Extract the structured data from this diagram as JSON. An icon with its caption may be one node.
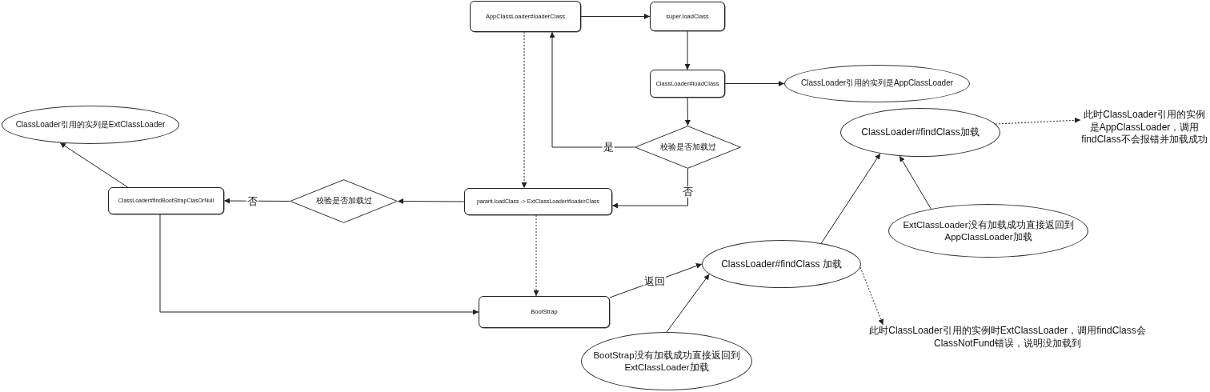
{
  "diagram": {
    "nodes": [
      {
        "text": [
          "AppClassLoader#loaderClass"
        ]
      },
      {
        "text": [
          "super.loadClass"
        ]
      },
      {
        "text": [
          "ClassLoader#loadClass"
        ]
      },
      {
        "text": [
          "ClassLoader引用的实列是AppClassLoader"
        ]
      },
      {
        "text": [
          "校验是否加载过"
        ]
      },
      {
        "text": [
          "ClassLoader引用的实列是ExtClassLoader"
        ]
      },
      {
        "text": [
          "ClassLoader#findBootStrapClasOrNull"
        ]
      },
      {
        "text": [
          "校验是否加载过"
        ]
      },
      {
        "text": [
          "parant.loadClass -> ExtClassLoader#loaderClass"
        ]
      },
      {
        "text": [
          "ClassLoader#findClass加载"
        ]
      },
      {
        "text": [
          "此时ClassLoader引用的实例是AppClassLoader，调用findClass不会报错并加载成功"
        ]
      },
      {
        "text": [
          "ExtClassLoader没有加载成功直接返回到AppClassLoader加载"
        ]
      },
      {
        "text": [
          "BootStrap"
        ]
      },
      {
        "text": [
          "ClassLoader#findClass 加载"
        ]
      },
      {
        "text": [
          "此时ClassLoader引用的实例时ExtClassLoader，调用findClass会ClassNotFund错误，说明没加载到"
        ]
      },
      {
        "text": [
          "BootStrap没有加载成功直接返回到ExtClassLoader加载"
        ]
      }
    ],
    "edges": [
      {
        "from": 0,
        "to": 1,
        "arrow": "to"
      },
      {
        "from": 1,
        "to": 2,
        "arrow": "to"
      },
      {
        "from": 2,
        "to": 3,
        "arrow": "to"
      },
      {
        "from": 2,
        "to": 4,
        "arrow": "to"
      },
      {
        "from": 4,
        "to": 0,
        "arrow": "to",
        "label": "是"
      },
      {
        "from": 4,
        "to": 8,
        "arrow": "to",
        "label": "否"
      },
      {
        "from": 0,
        "to": 8,
        "arrow": "to",
        "style": "dashed"
      },
      {
        "from": 8,
        "to": 7,
        "arrow": "to"
      },
      {
        "from": 7,
        "to": 6,
        "arrow": "to",
        "label": "否"
      },
      {
        "from": 6,
        "to": 5,
        "arrow": "to"
      },
      {
        "from": 6,
        "to": 12,
        "arrow": "to"
      },
      {
        "from": 8,
        "to": 12,
        "arrow": "to",
        "style": "dashed"
      },
      {
        "from": 12,
        "to": 13,
        "arrow": "to",
        "label": "返回"
      },
      {
        "from": 15,
        "to": 13,
        "arrow": "to"
      },
      {
        "from": 13,
        "to": 9,
        "arrow": "to"
      },
      {
        "from": 11,
        "to": 9,
        "arrow": "to"
      },
      {
        "from": 9,
        "to": 10,
        "arrow": "to",
        "style": "dashed"
      },
      {
        "from": 13,
        "to": 14,
        "arrow": "to",
        "style": "dashed"
      }
    ]
  }
}
